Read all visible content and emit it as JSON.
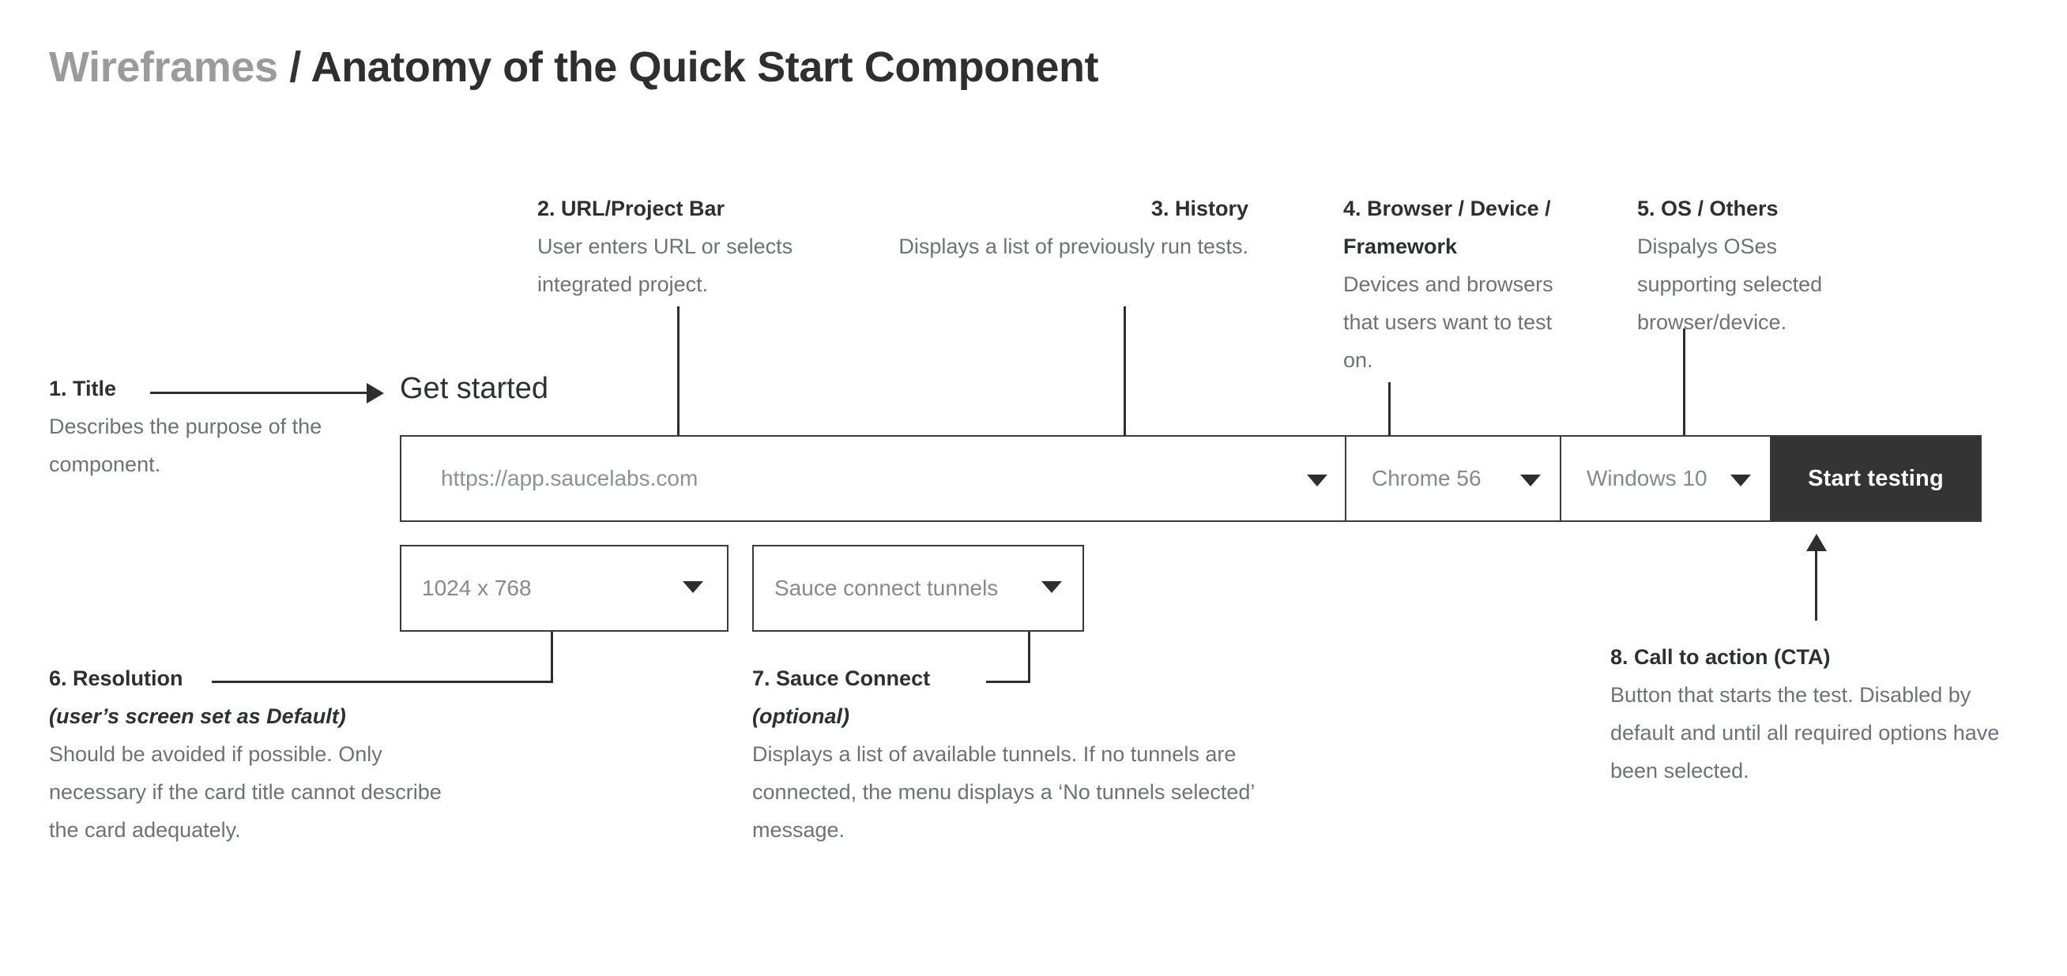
{
  "page": {
    "title_muted": "Wireframes",
    "title_separator": " / ",
    "title_strong": "Anatomy of the Quick Start Component"
  },
  "component": {
    "title": "Get started",
    "url_placeholder": "https://app.saucelabs.com",
    "browser_value": "Chrome 56",
    "os_value": "Windows 10",
    "cta_label": "Start testing",
    "resolution_value": "1024 x 768",
    "tunnels_value": "Sauce connect  tunnels"
  },
  "annotations": [
    {
      "id": "title",
      "head": "1. Title",
      "body": "Describes the purpose of the component."
    },
    {
      "id": "url-project-bar",
      "head": "2. URL/Project Bar",
      "body": "User enters URL or selects integrated project."
    },
    {
      "id": "history",
      "head": "3. History",
      "body": "Displays a list of previously run tests."
    },
    {
      "id": "browser-device-framework",
      "head": "4. Browser / Device / Framework",
      "body": "Devices and browsers that users want to test on."
    },
    {
      "id": "os-others",
      "head": "5. OS / Others",
      "body": "Dispalys OSes supporting selected browser/device."
    },
    {
      "id": "resolution",
      "head": "6. Resolution",
      "sub": "(user’s screen set as Default)",
      "body": "Should be avoided if possible. Only necessary if the card title cannot describe the card adequately."
    },
    {
      "id": "sauce-connect",
      "head": "7. Sauce Connect",
      "sub": " (optional)",
      "body": "Displays a list of available tunnels. If no tunnels are connected, the menu displays a ‘No tunnels selected’ message."
    },
    {
      "id": "call-to-action",
      "head": "8. Call to action (CTA)",
      "body": "Button that starts the test. Disabled by default and until all required options have been selected."
    }
  ],
  "colors": {
    "background": "#ffffff",
    "ink": "#2c2f33",
    "muted_text": "#6e7277",
    "title_muted": "#9b9b9b",
    "placeholder": "#8e9195",
    "stroke": "#3a3a3a",
    "cta_background": "#343434",
    "cta_text": "#ffffff"
  }
}
